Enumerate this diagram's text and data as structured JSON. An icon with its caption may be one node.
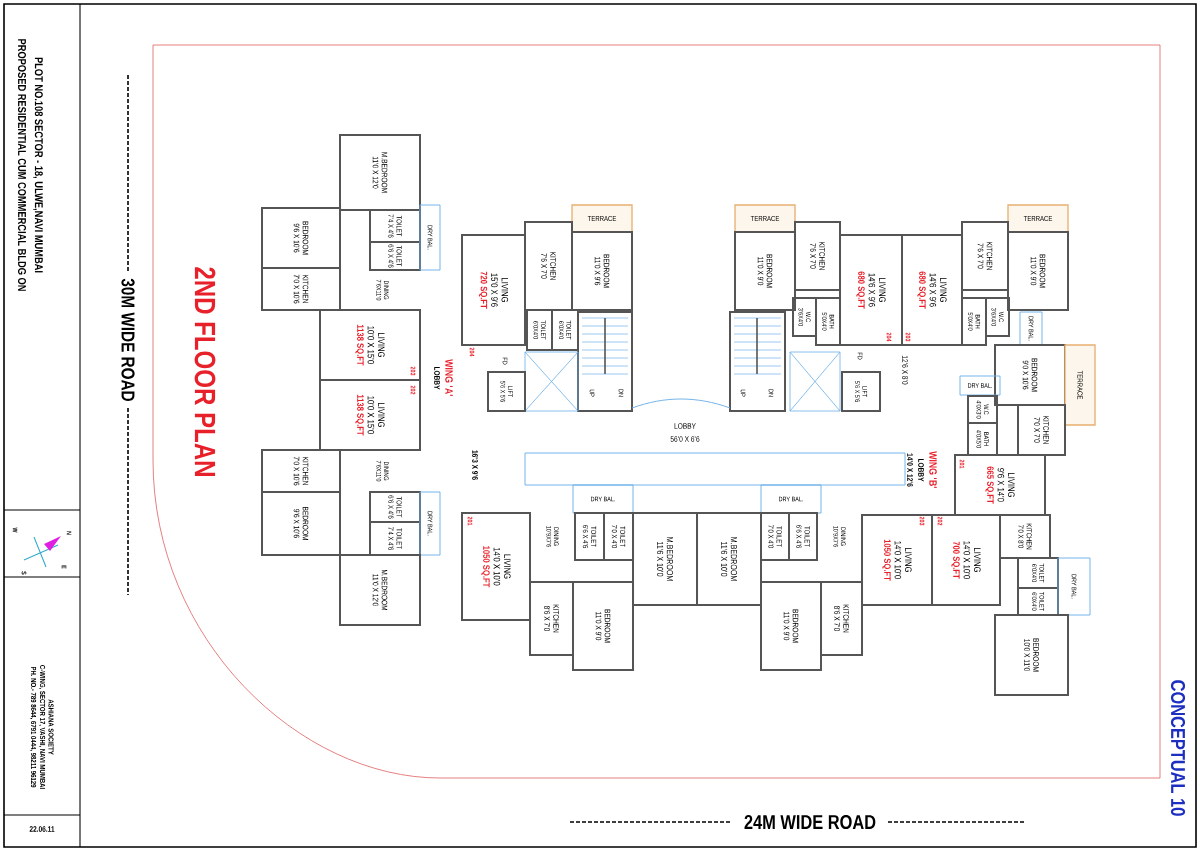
{
  "diagram": {
    "title": "2ND FLOOR PLAN",
    "nodes": [
      {
        "text": [
          "M.BEDROOM",
          "11'0 X 12'0"
        ]
      },
      {
        "text": [
          "TOILET",
          "7'4 X 4'6"
        ]
      },
      {
        "text": [
          "TOILET",
          "6'6 X 4'6"
        ]
      },
      {
        "text": [
          "DRY BAL."
        ]
      },
      {
        "text": [
          "BEDROOM",
          "9'6 X 10'6"
        ]
      },
      {
        "text": [
          "KITCHEN",
          "7'0 X 10'6"
        ]
      },
      {
        "text": [
          "DINING",
          "7'6X11'0"
        ]
      },
      {
        "text": [
          "LIVING",
          "10'0 X 15'0",
          "1138 SQ.FT"
        ]
      },
      {
        "text": [
          "LIVING",
          "10'0 X 15'0",
          "1138 SQ.FT"
        ]
      },
      {
        "text": [
          "DINING",
          "7'6X11'0"
        ]
      },
      {
        "text": [
          "KITCHEN",
          "7'0 X 10'6"
        ]
      },
      {
        "text": [
          "BEDROOM",
          "9'6 X 10'6"
        ]
      },
      {
        "text": [
          "TOILET",
          "6'6 X 4'6"
        ]
      },
      {
        "text": [
          "TOILET",
          "7'4 X 4'6"
        ]
      },
      {
        "text": [
          "DRY BAL."
        ]
      },
      {
        "text": [
          "M.BEDROOM",
          "11'0 X 12'0"
        ]
      },
      {
        "text": [
          "TERRACE"
        ]
      },
      {
        "text": [
          "LIVING",
          "15'0 X 9'6",
          "720 SQ.FT"
        ]
      },
      {
        "text": [
          "KITCHEN",
          "7'6 X 7'0"
        ]
      },
      {
        "text": [
          "BEDROOM",
          "11'0 X 9'6"
        ]
      },
      {
        "text": [
          "TOILET",
          "6'0X4'0"
        ]
      },
      {
        "text": [
          "TOILET",
          "6'0X4'0"
        ]
      },
      {
        "text": [
          "LIFT",
          "5'6 X 5'6"
        ]
      },
      {
        "text": [
          "TERRACE"
        ]
      },
      {
        "text": [
          "TERRACE"
        ]
      },
      {
        "text": [
          "BEDROOM",
          "11'0 X 9'0"
        ]
      },
      {
        "text": [
          "KITCHEN",
          "7'6 X 7'0"
        ]
      },
      {
        "text": [
          "W.C",
          "3'6X4'0"
        ]
      },
      {
        "text": [
          "BATH",
          "5'0X4'0"
        ]
      },
      {
        "text": [
          "LIVING",
          "14'6 X 9'6",
          "680 SQ.FT"
        ]
      },
      {
        "text": [
          "LIVING",
          "14'6 X 9'6",
          "680 SQ.FT"
        ]
      },
      {
        "text": [
          "KITCHEN",
          "7'6 X 7'0"
        ]
      },
      {
        "text": [
          "BEDROOM",
          "11'0 X 9'0"
        ]
      },
      {
        "text": [
          "BATH",
          "5'0X4'0"
        ]
      },
      {
        "text": [
          "W.C",
          "3'6X4'0"
        ]
      },
      {
        "text": [
          "DRY BAL."
        ]
      },
      {
        "text": [
          "LIFT",
          "5'6 X 5'6"
        ]
      },
      {
        "text": [
          "BEDROOM",
          "9'0 X 10'6"
        ]
      },
      {
        "text": [
          "TERRACE"
        ]
      },
      {
        "text": [
          "DRY BAL."
        ]
      },
      {
        "text": [
          "W.C",
          "4'0X3'0"
        ]
      },
      {
        "text": [
          "BATH",
          "4'0X5'0"
        ]
      },
      {
        "text": [
          "KITCHEN",
          "7'0 X 7'0"
        ]
      },
      {
        "text": [
          "LIVING",
          "9'6 X 14'0",
          "665 SQ.FT"
        ]
      },
      {
        "text": [
          "DRY BAL."
        ]
      },
      {
        "text": [
          "DRY BAL."
        ]
      },
      {
        "text": [
          "LIVING",
          "14'0 X 10'0",
          "1050 SQ.FT"
        ]
      },
      {
        "text": [
          "DINING",
          "10'9X7'6"
        ]
      },
      {
        "text": [
          "TOILET",
          "6'6 X 4'6"
        ]
      },
      {
        "text": [
          "TOILET",
          "7'0 X 4'0"
        ]
      },
      {
        "text": [
          "M.BEDROOM",
          "11'6 X 10'0"
        ]
      },
      {
        "text": [
          "M.BEDROOM",
          "11'6 X 10'0"
        ]
      },
      {
        "text": [
          "TOILET",
          "7'0 X 4'0"
        ]
      },
      {
        "text": [
          "TOILET",
          "6'6 X 4'6"
        ]
      },
      {
        "text": [
          "DINING",
          "10'9X7'6"
        ]
      },
      {
        "text": [
          "KITCHEN",
          "8'6 X 7'0"
        ]
      },
      {
        "text": [
          "BEDROOM",
          "11'0 X 9'0"
        ]
      },
      {
        "text": [
          "BEDROOM",
          "11'0 X 9'0"
        ]
      },
      {
        "text": [
          "KITCHEN",
          "8'6 X 7'0"
        ]
      },
      {
        "text": [
          "LIVING",
          "14'0 X 10'0",
          "1050 SQ.FT"
        ]
      },
      {
        "text": [
          "LIVING",
          "14'0 X 10'0",
          "700 SQ.FT"
        ]
      },
      {
        "text": [
          "KITCHEN",
          "7'0 X 8'0"
        ]
      },
      {
        "text": [
          "TOILET",
          "6'0X4'0"
        ]
      },
      {
        "text": [
          "TOILET",
          "6'0X4'0"
        ]
      },
      {
        "text": [
          "DRY BAL."
        ]
      },
      {
        "text": [
          "BEDROOM",
          "10'0 X 11'0"
        ]
      }
    ],
    "labels": [
      "PROPOSED RESIDENTIAL CUM COMMERCIAL BLDG ON",
      "PLOT NO.108 SECTOR - 18, ULWE,NAVI MUMBAI",
      "30M WIDE ROAD",
      "N",
      "E",
      "S",
      "W",
      "PH. NO.- 789 8644, 6791 0444, 98211 96129",
      "C-WING, SECTOR 17, VASHI, NAVI MUMBAI",
      "ASHIANA SOCIETY",
      "22.06.11",
      "204",
      "203",
      "202",
      "WING 'A'",
      "LOBBY",
      "FD",
      "UP",
      "DN",
      "LOBBY",
      "56'0 X 6'6",
      "UP",
      "DN",
      "FD",
      "204",
      "203",
      "12'6 X 8'0",
      "16'3 X 9'6",
      "201",
      "WING 'B'",
      "LOBBY",
      "14'0 X 12'6",
      "201",
      "203",
      "202",
      "24M WIDE ROAD",
      "CONCEPTUAL 10"
    ]
  }
}
